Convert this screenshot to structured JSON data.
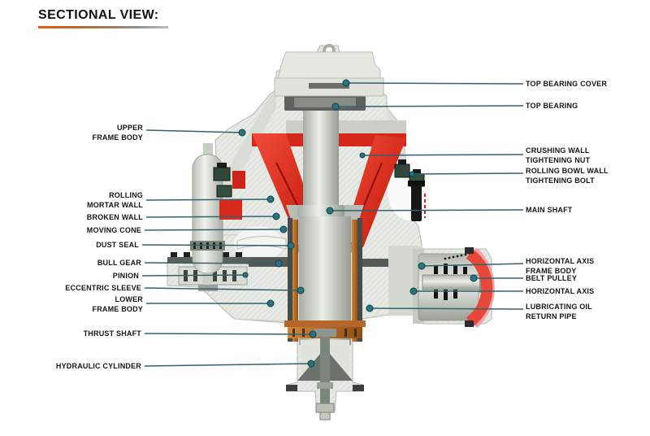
{
  "title": {
    "text": "SECTIONAL VIEW:"
  },
  "colors": {
    "accent_red": "#E2251B",
    "belt_pulley_pink": "#EFA6AB",
    "copper": "#B5672A",
    "leader_line": "#35616D",
    "leader_dot": "#2A7380",
    "underline_orange": "#E55C0D",
    "underline_gray": "#8F8F8F",
    "machine_body": "#E7EAE4"
  },
  "diagram": {
    "labels_left": [
      {
        "id": "upper-frame-body",
        "lines": [
          "UPPER",
          "FRAME BODY"
        ]
      },
      {
        "id": "rolling-mortar-wall",
        "lines": [
          "ROLLING",
          "MORTAR WALL"
        ]
      },
      {
        "id": "broken-wall",
        "lines": [
          "BROKEN WALL"
        ]
      },
      {
        "id": "moving-cone",
        "lines": [
          "MOVING CONE"
        ]
      },
      {
        "id": "dust-seal",
        "lines": [
          "DUST SEAL"
        ]
      },
      {
        "id": "bull-gear",
        "lines": [
          "BULL GEAR"
        ]
      },
      {
        "id": "pinion",
        "lines": [
          "PINION"
        ]
      },
      {
        "id": "eccentric-sleeve",
        "lines": [
          "ECCENTRIC SLEEVE"
        ]
      },
      {
        "id": "lower-frame-body",
        "lines": [
          "LOWER",
          "FRAME BODY"
        ]
      },
      {
        "id": "thrust-shaft",
        "lines": [
          "THRUST SHAFT"
        ]
      },
      {
        "id": "hydraulic-cylinder",
        "lines": [
          "HYDRAULIC CYLINDER"
        ]
      }
    ],
    "labels_right": [
      {
        "id": "top-bearing-cover",
        "lines": [
          "TOP BEARING COVER"
        ]
      },
      {
        "id": "top-bearing",
        "lines": [
          "TOP BEARING"
        ]
      },
      {
        "id": "crushing-wall-tightening-nut",
        "lines": [
          "CRUSHING WALL",
          "TIGHTENING NUT"
        ]
      },
      {
        "id": "rolling-bowl-wall-tightening-bolt",
        "lines": [
          "ROLLING BOWL WALL",
          "TIGHTENING BOLT"
        ]
      },
      {
        "id": "main-shaft",
        "lines": [
          "MAIN SHAFT"
        ]
      },
      {
        "id": "horizontal-axis-frame-body",
        "lines": [
          "HORIZONTAL AXIS",
          "FRAME BODY"
        ]
      },
      {
        "id": "belt-pulley",
        "lines": [
          "BELT PULLEY"
        ]
      },
      {
        "id": "horizontal-axis",
        "lines": [
          "HORIZONTAL AXIS"
        ]
      },
      {
        "id": "lubricating-oil-return-pipe",
        "lines": [
          "LUBRICATING OIL",
          "RETURN PIPE"
        ]
      }
    ]
  }
}
